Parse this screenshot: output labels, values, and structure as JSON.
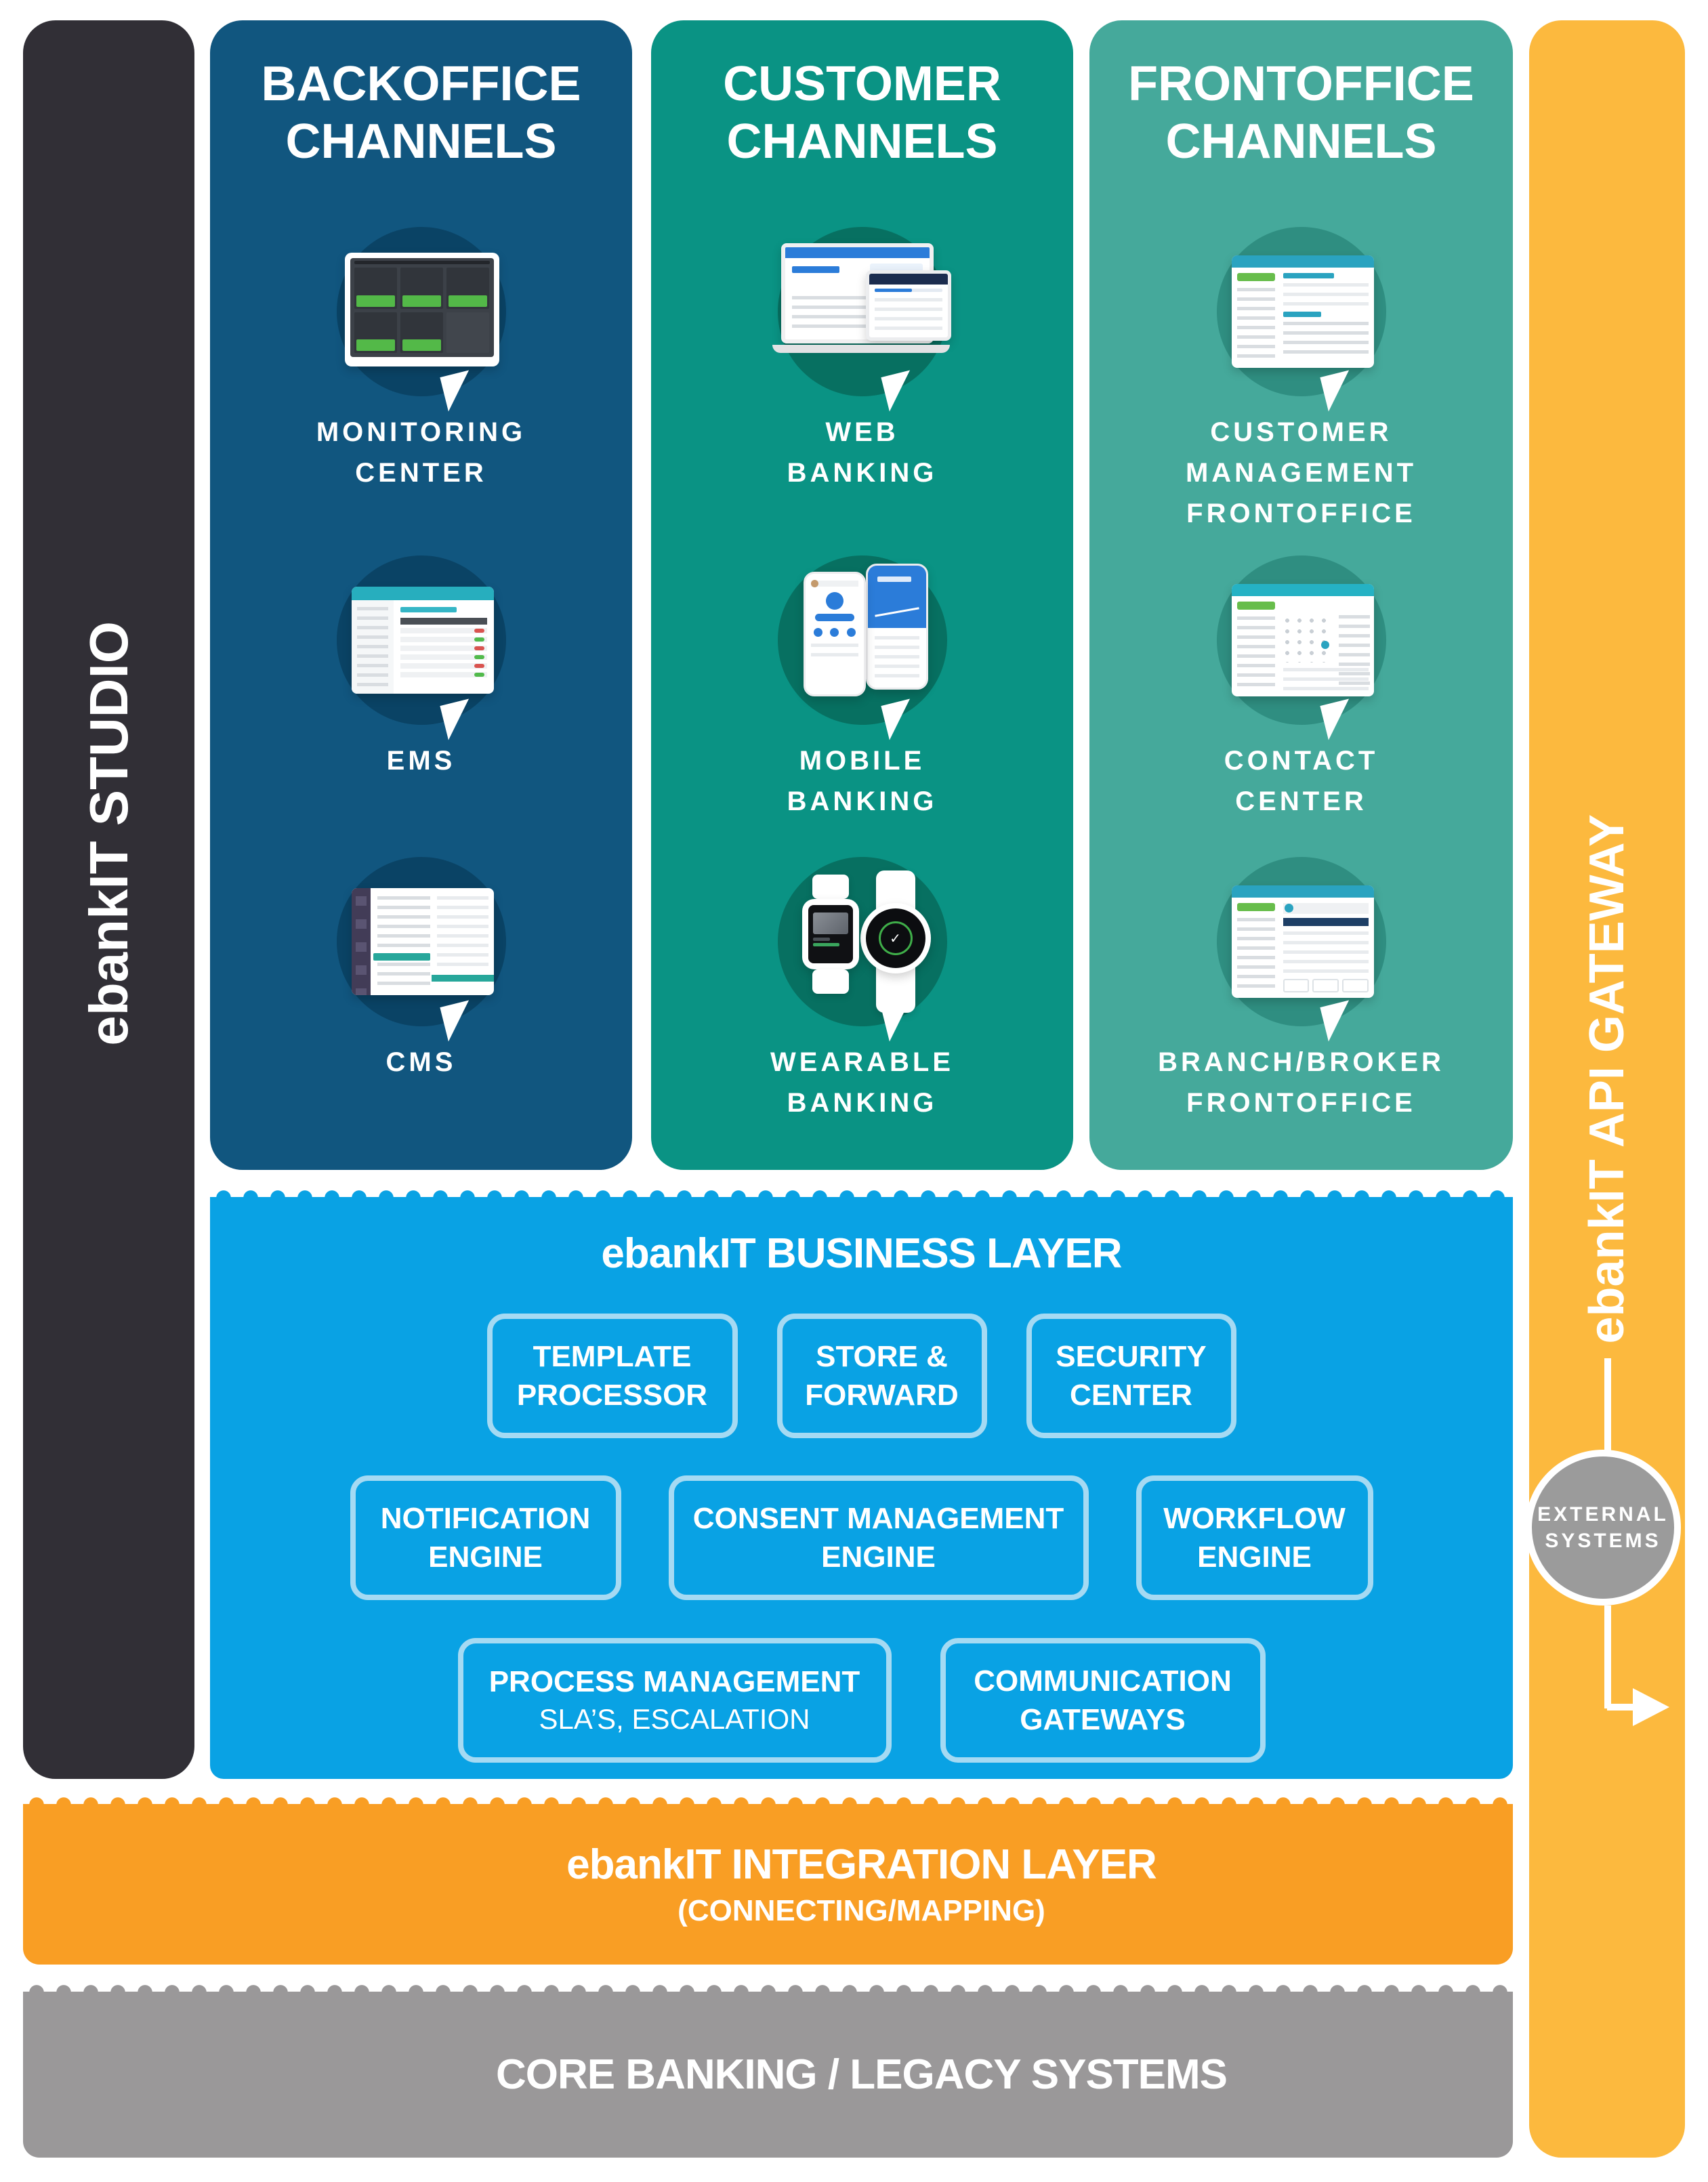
{
  "studio_bar": {
    "label": "ebankIT STUDIO"
  },
  "gateway_bar": {
    "label": "ebankIT API GATEWAY",
    "external_systems": {
      "line1": "EXTERNAL",
      "line2": "SYSTEMS"
    }
  },
  "columns": [
    {
      "title_line1": "BACKOFFICE",
      "title_line2": "CHANNELS",
      "items": [
        {
          "caption_line1": "MONITORING",
          "caption_line2": "CENTER",
          "device": "monitoring-dashboard-monitor"
        },
        {
          "caption_line1": "EMS",
          "caption_line2": "",
          "device": "management-system-browser"
        },
        {
          "caption_line1": "CMS",
          "caption_line2": "",
          "device": "content-management-browser"
        }
      ]
    },
    {
      "title_line1": "CUSTOMER",
      "title_line2": "CHANNELS",
      "items": [
        {
          "caption_line1": "WEB",
          "caption_line2": "BANKING",
          "device": "laptop-and-tablet"
        },
        {
          "caption_line1": "MOBILE",
          "caption_line2": "BANKING",
          "device": "two-smartphones"
        },
        {
          "caption_line1": "WEARABLE",
          "caption_line2": "BANKING",
          "device": "two-smartwatches"
        }
      ]
    },
    {
      "title_line1": "FRONTOFFICE",
      "title_line2": "CHANNELS",
      "items": [
        {
          "caption_line1": "CUSTOMER MANAGEMENT",
          "caption_line2": "FRONTOFFICE",
          "device": "frontoffice-management-screen"
        },
        {
          "caption_line1": "CONTACT",
          "caption_line2": "CENTER",
          "device": "contact-center-calendar-screen"
        },
        {
          "caption_line1": "BRANCH/BROKER",
          "caption_line2": "FRONTOFFICE",
          "device": "branch-frontoffice-screen"
        }
      ]
    }
  ],
  "business_layer": {
    "title": "ebankIT BUSINESS LAYER",
    "row1": [
      {
        "l1": "TEMPLATE",
        "l2": "PROCESSOR"
      },
      {
        "l1": "STORE &",
        "l2": "FORWARD"
      },
      {
        "l1": "SECURITY",
        "l2": "CENTER"
      }
    ],
    "row2": [
      {
        "l1": "NOTIFICATION",
        "l2": "ENGINE"
      },
      {
        "l1": "CONSENT MANAGEMENT",
        "l2": "ENGINE"
      },
      {
        "l1": "WORKFLOW",
        "l2": "ENGINE"
      }
    ],
    "row3": [
      {
        "l1": "PROCESS MANAGEMENT",
        "l2": "SLA’S, ESCALATION"
      },
      {
        "l1": "COMMUNICATION",
        "l2": "GATEWAYS"
      }
    ]
  },
  "integration_layer": {
    "title": "ebankIT INTEGRATION LAYER",
    "subtitle": "(CONNECTING/MAPPING)"
  },
  "core_layer": {
    "title": "CORE BANKING / LEGACY SYSTEMS"
  },
  "colors": {
    "studio_bar": "#312F36",
    "backoffice": "#11567F",
    "customer": "#0A9384",
    "frontoffice": "#45A99B",
    "business_layer": "#09A2E4",
    "business_box_border": "#A5DAF3",
    "integration_layer": "#F99E24",
    "api_gateway_bar": "#FCB93E",
    "core_layer": "#9A9899",
    "external_systems_circle": "#9B9B9B"
  }
}
